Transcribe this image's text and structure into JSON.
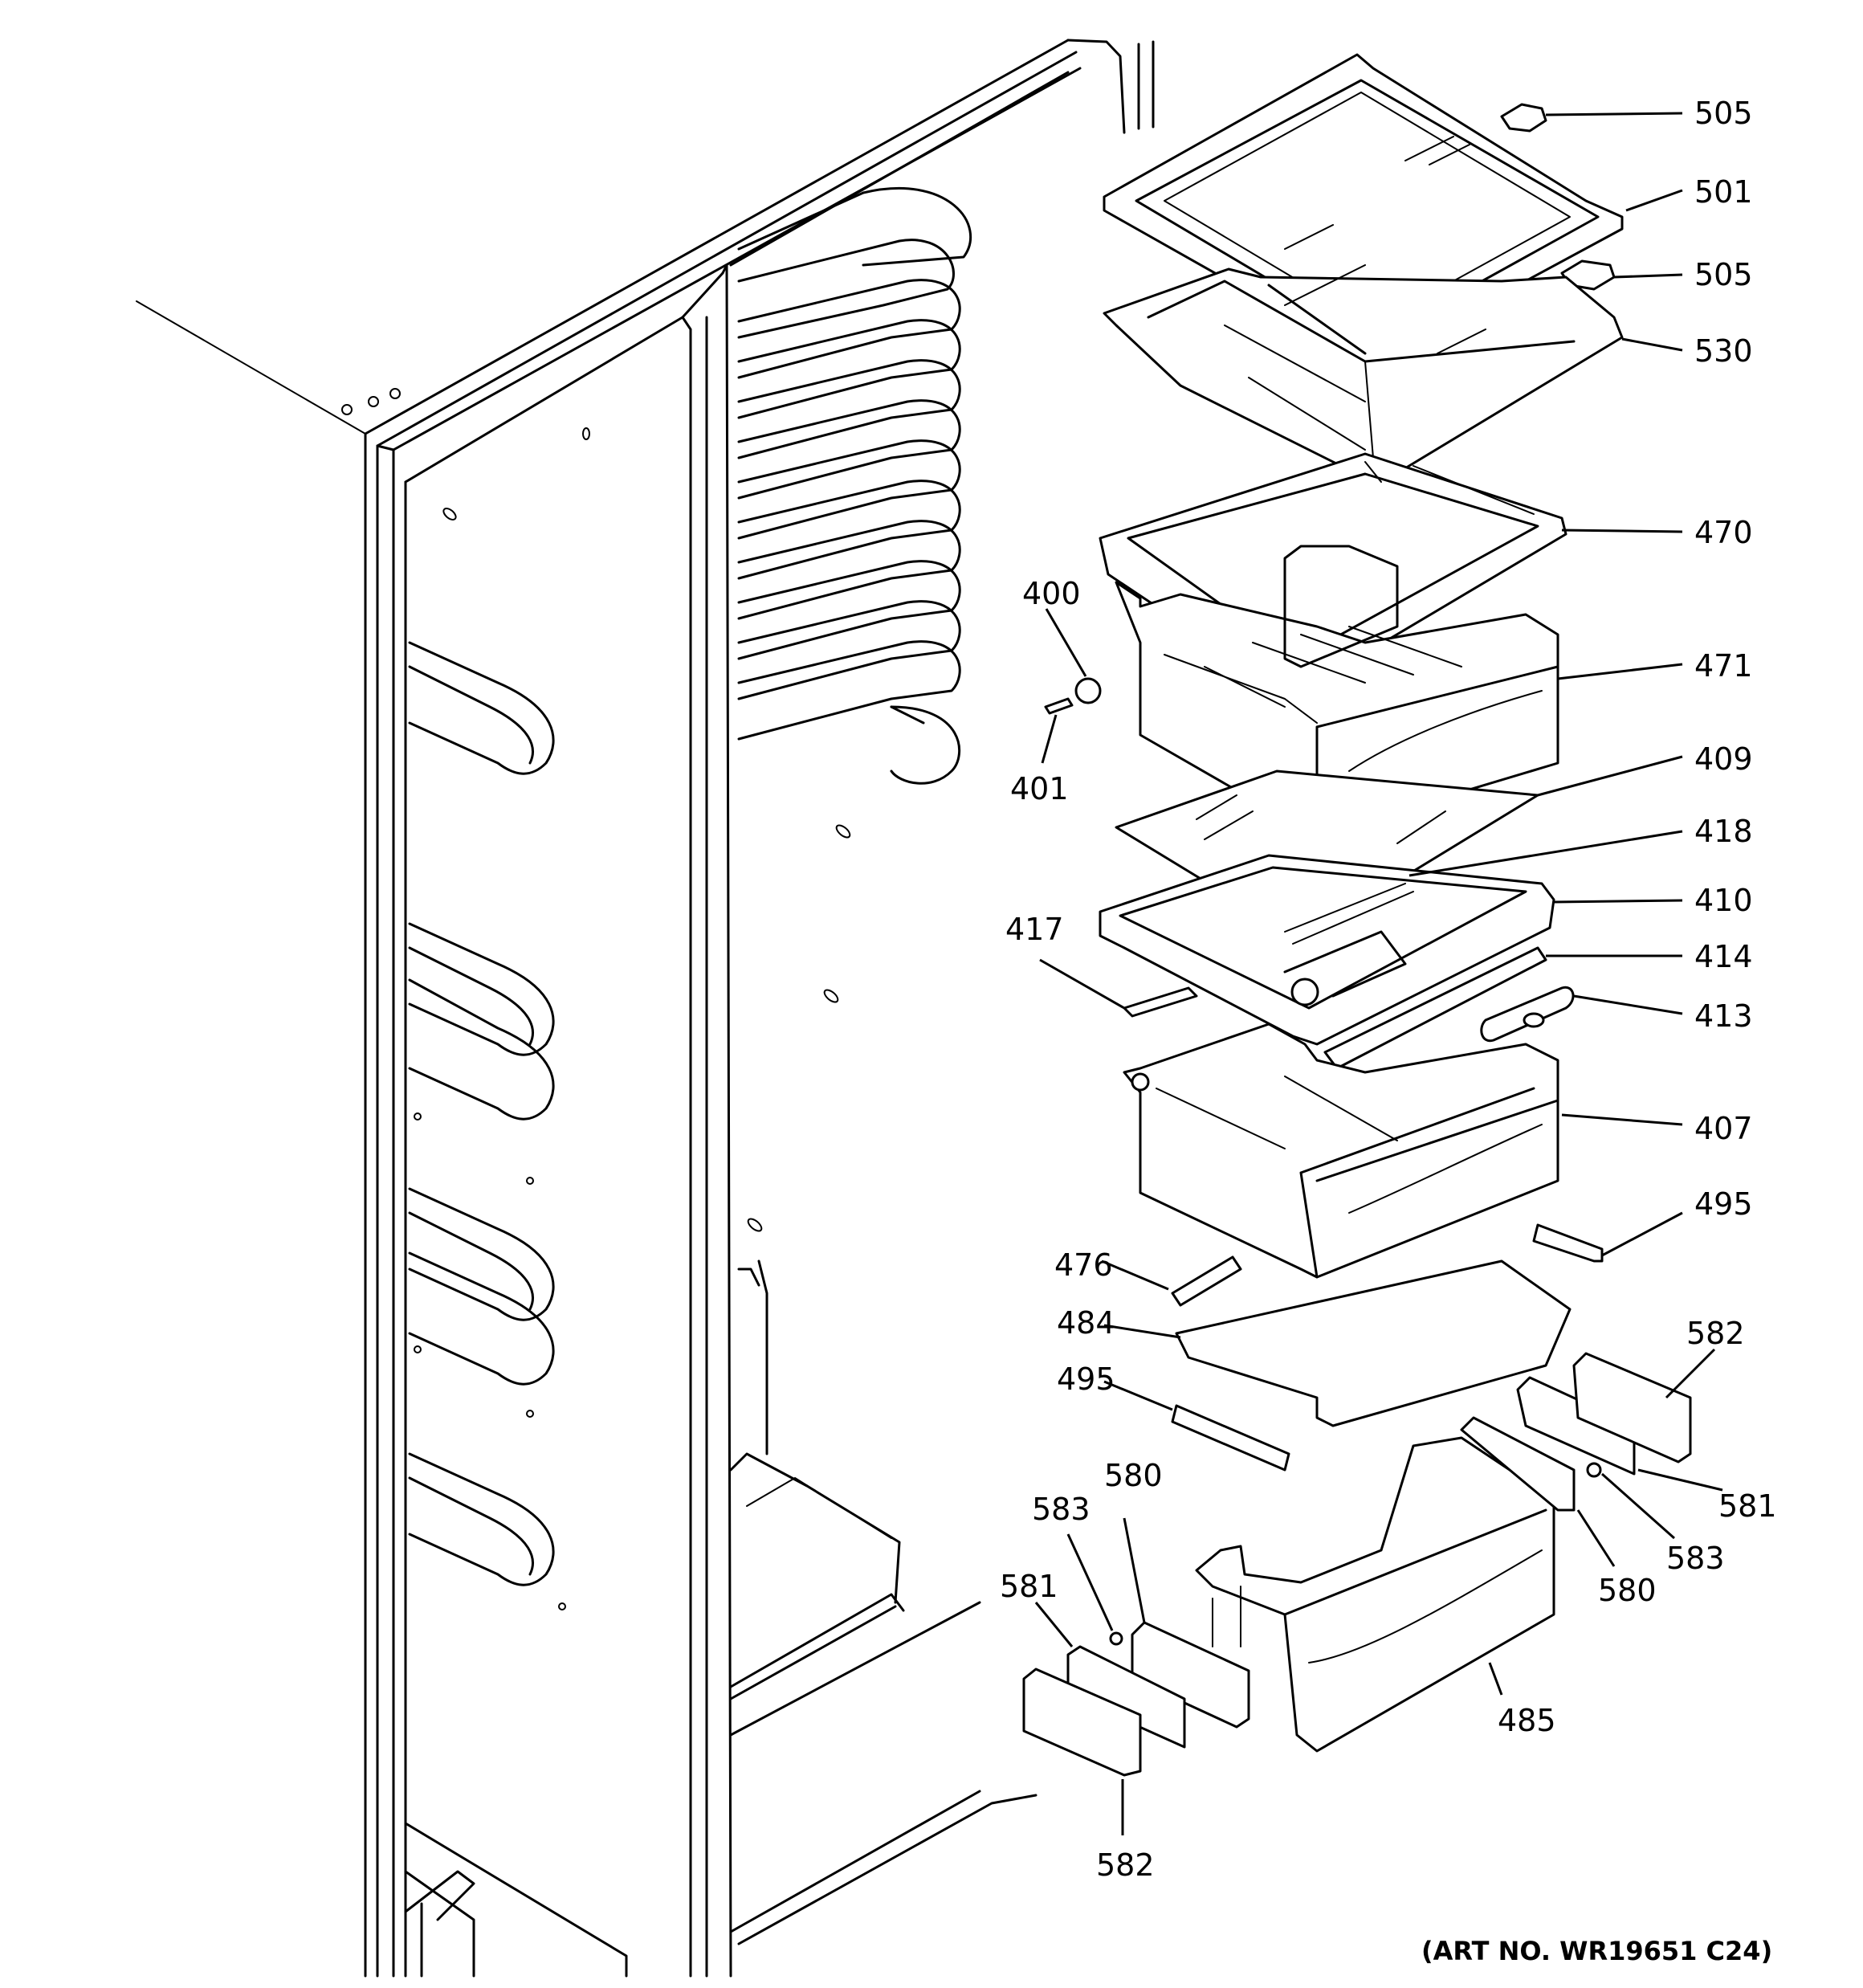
{
  "art_number": "(ART NO. WR19651 C24)",
  "callouts": [
    {
      "id": "505a",
      "label": "505"
    },
    {
      "id": "501",
      "label": "501"
    },
    {
      "id": "505b",
      "label": "505"
    },
    {
      "id": "530",
      "label": "530"
    },
    {
      "id": "470",
      "label": "470"
    },
    {
      "id": "471",
      "label": "471"
    },
    {
      "id": "409",
      "label": "409"
    },
    {
      "id": "418",
      "label": "418"
    },
    {
      "id": "410",
      "label": "410"
    },
    {
      "id": "414",
      "label": "414"
    },
    {
      "id": "413",
      "label": "413"
    },
    {
      "id": "407",
      "label": "407"
    },
    {
      "id": "495a",
      "label": "495"
    },
    {
      "id": "400",
      "label": "400"
    },
    {
      "id": "401",
      "label": "401"
    },
    {
      "id": "417",
      "label": "417"
    },
    {
      "id": "476",
      "label": "476"
    },
    {
      "id": "484",
      "label": "484"
    },
    {
      "id": "495b",
      "label": "495"
    },
    {
      "id": "582a",
      "label": "582"
    },
    {
      "id": "581a",
      "label": "581"
    },
    {
      "id": "583a",
      "label": "583"
    },
    {
      "id": "580a",
      "label": "580"
    },
    {
      "id": "580b",
      "label": "580"
    },
    {
      "id": "583b",
      "label": "583"
    },
    {
      "id": "581b",
      "label": "581"
    },
    {
      "id": "485",
      "label": "485"
    },
    {
      "id": "582b",
      "label": "582"
    }
  ]
}
